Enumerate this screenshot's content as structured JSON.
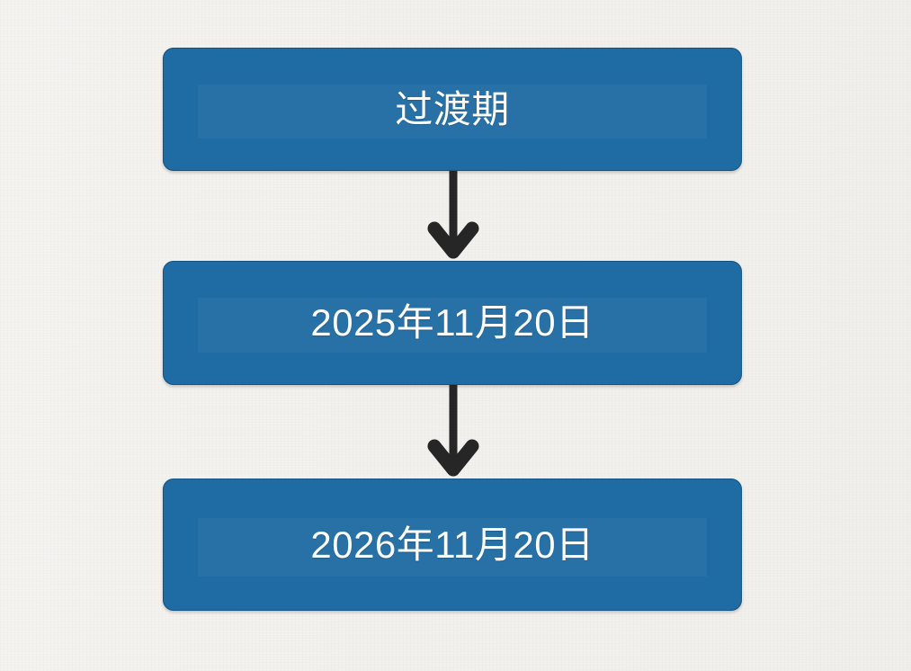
{
  "diagram": {
    "type": "flowchart",
    "orientation": "vertical",
    "background_color": "#f3f2ee",
    "node_color": "#1f6ba3",
    "node_text_color": "#fdfdfd",
    "arrow_color": "#262626",
    "nodes": [
      {
        "id": "node-0",
        "label": "过渡期"
      },
      {
        "id": "node-1",
        "label": "2025年11月20日"
      },
      {
        "id": "node-2",
        "label": "2026年11月20日"
      }
    ],
    "connectors": [
      {
        "id": "arrow-0",
        "from": "node-0",
        "to": "node-1",
        "icon": "arrow-down-icon"
      },
      {
        "id": "arrow-1",
        "from": "node-1",
        "to": "node-2",
        "icon": "arrow-down-icon"
      }
    ]
  }
}
